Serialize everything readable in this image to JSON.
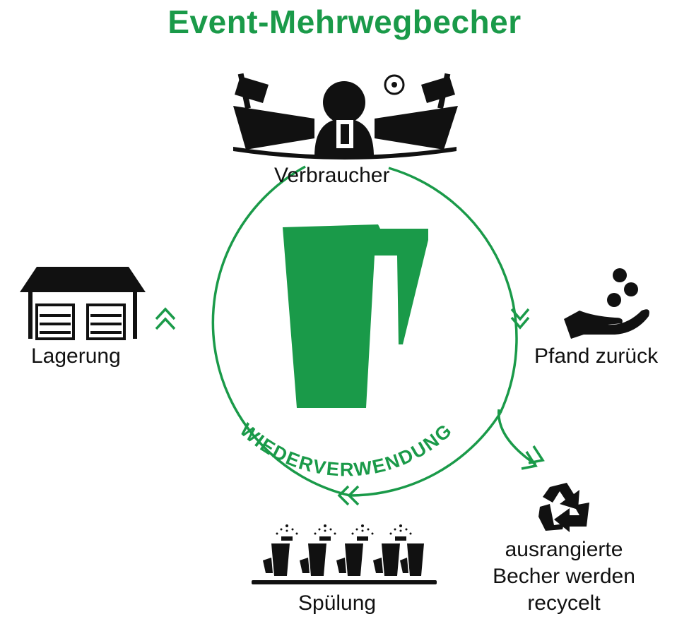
{
  "title": "Event-Mehrwegbecher",
  "colors": {
    "accent": "#1a9a49",
    "icon": "#111111"
  },
  "cycle_label": "WIEDERVERWENDUNG",
  "stations": {
    "consumer": {
      "label": "Verbraucher",
      "icon": "stadium-person-cup-icon"
    },
    "deposit": {
      "label": "Pfand zurück",
      "icon": "hand-coins-icon"
    },
    "washing": {
      "label": "Spülung",
      "icon": "cup-washing-icon"
    },
    "storage": {
      "label": "Lagerung",
      "icon": "warehouse-icon"
    },
    "recycling": {
      "label": "ausrangierte Becher werden recycelt",
      "icon": "recycle-icon"
    }
  },
  "center_icon": "reusable-cup-icon"
}
